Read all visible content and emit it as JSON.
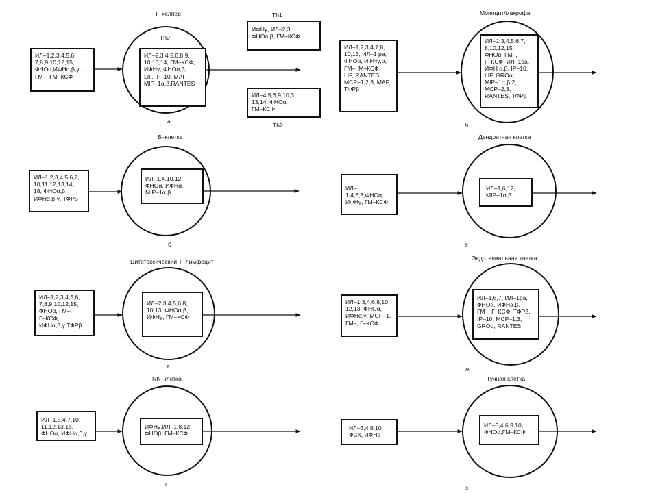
{
  "cells": [
    {
      "id": "a",
      "title": "Т–хелпер",
      "inner_title": "Th0",
      "letter": "а",
      "input": "ИЛ–1,2,3,4,5,6,\n7,8,9,10,12,15,\nФНОα,ИФНα,β,γ,\nГМ–, ГМ–КСФ",
      "output": "ИЛ–2,3,4,5,6,8,9,\n10,13,14, ГМ–КСФ,\nИФНγ, ФНОα,β,\nLIF, IP–10, MAF,\nMIP–1α,β,RANTES"
    },
    {
      "id": "b",
      "title": "В–клетка",
      "letter": "б",
      "input": "ИЛ–1,2,3,4,5,6,7,\n10,11,12,13,14,\n18, ФНОα,β,\nИФНα,β,γ, ТФРβ",
      "output": "ИЛ–1,4,10,12.\nФНОα, ИФНα,\nMIP–1α,β"
    },
    {
      "id": "v",
      "title": "Цитотоксический Т–лимфоцит",
      "letter": "в",
      "input": "ИЛ–1,2,3,4,5,6,\n7,8,9,10,12,15,\nФНОα, ГМ–,\nГ–КСФ,\nИФНα,β,γ  ТФРβ",
      "output": "ИЛ–2,3,4,5,6,8,\n10,13, ФНОα,β,\nИФНγ, ГМ–КСФ"
    },
    {
      "id": "g",
      "title": "NK–клетка",
      "letter": "г",
      "input": "ИЛ–1,3,4,7,10,\n11,12,13,15,\nФНОα, ИФНα,β,γ",
      "output": "ИФНγ,ИЛ–1,8,12,\nФНОβ, ГМ–КСФ"
    },
    {
      "id": "d",
      "title": "Моноцит/макрофаг",
      "letter": "д",
      "input": "ИЛ–1,2,3,4,7,8,\n10,13, ИЛ–1 ра,\nФНОα, ИФНγ,α,\nГМ–, М–КСФ,\nLIF, RANTES,\nMCP–1,2,3, MAF,\nТФРβ",
      "output": "ИЛ–1,3,4,5,6,7,\n8,10,12,15,\nФНОα, ГМ–,\nГ–КСФ, ИЛ–1ра,\nИФН α,β, IP–10,\nLIF, GROα,\nMIP–1α,β,2,\nMCP–2,3,\nRANTES, ТФРβ"
    },
    {
      "id": "e",
      "title": "Дендритная клетка",
      "letter": "е",
      "input": "ИЛ–1,4,6,8,ФНОα,\nИФНγ, ГМ–КСФ",
      "output": "ИЛ–1,6,12,\nMIP–1α,β"
    },
    {
      "id": "zh",
      "title": "Эндотелиальная клетка",
      "letter": "ж",
      "input": "ИЛ–1,3,4,6,8,10,\n12,13, ФНОα,\nИФНα,γ, MCP–1,\nГМ–, Г–КСФ",
      "output": "ИЛ–1,6,7, ИЛ–1ра,\nФНОα, ИФНα,β,\nГМ–, Г–КСФ, ТФРβ,\nIP–10, MCP–1,3,\nGROα, RANTES"
    },
    {
      "id": "z",
      "title": "Тучная клетка",
      "letter": "з",
      "input": "ИЛ–3,4,9,10,\nФСК, ИФНα",
      "output": "ИЛ–3,4,6,9,10,\nФНОα,ГМ–КСФ"
    }
  ],
  "th1": {
    "label": "Th1",
    "text": "ИФНγ, ИЛ–2,3,\nФНОα,β, ГМ–КСФ"
  },
  "th2": {
    "label": "Th2",
    "text": "ИЛ–4,5,6,9,10,3.\n13,14, ФНОα,\nГМ–КСФ"
  }
}
